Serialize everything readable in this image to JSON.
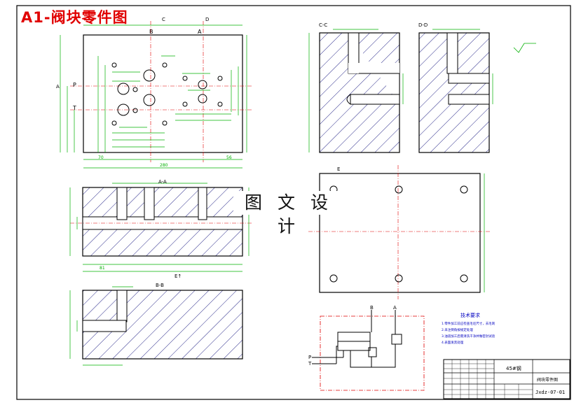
{
  "title": "A1-阀块零件图",
  "watermark": "图 文 设 计",
  "colors": {
    "border": "#000000",
    "outline": "#000000",
    "hatch": "#2a2a8a",
    "dimension": "#00b000",
    "centerline": "#e00000",
    "title_red": "#e00000",
    "ports": "#000000"
  },
  "views": {
    "main": {
      "section_marks": [
        "C",
        "D"
      ],
      "port_labels_top": [
        "B",
        "A"
      ],
      "side_labels": [
        "P",
        "T"
      ],
      "section_cut_label": "A",
      "overall_dim": "280",
      "bottom_dims": [
        "70",
        "56"
      ]
    },
    "section_cc": {
      "label": "C-C"
    },
    "section_dd": {
      "label": "D-D"
    },
    "section_aa": {
      "label": "A-A",
      "bottom_dims": [
        "81",
        "E↑"
      ]
    },
    "section_bb": {
      "label": "B-B"
    },
    "view_e": {
      "label": "E"
    }
  },
  "hydraulic": {
    "port_labels": [
      "B",
      "A",
      "P",
      "T"
    ]
  },
  "tech_req": {
    "title": "技术要求",
    "lines": [
      "1.零件加工前应检查毛坯尺寸，去毛刺",
      "2.未注倒角按规定处理",
      "3.油道加工后需清洗干净并做密封试验",
      "4.表面发黑处理"
    ]
  },
  "title_block": {
    "material": "45#钢",
    "part_name": "阀块零件图",
    "drawing_no": "Jxdz-07-01"
  }
}
